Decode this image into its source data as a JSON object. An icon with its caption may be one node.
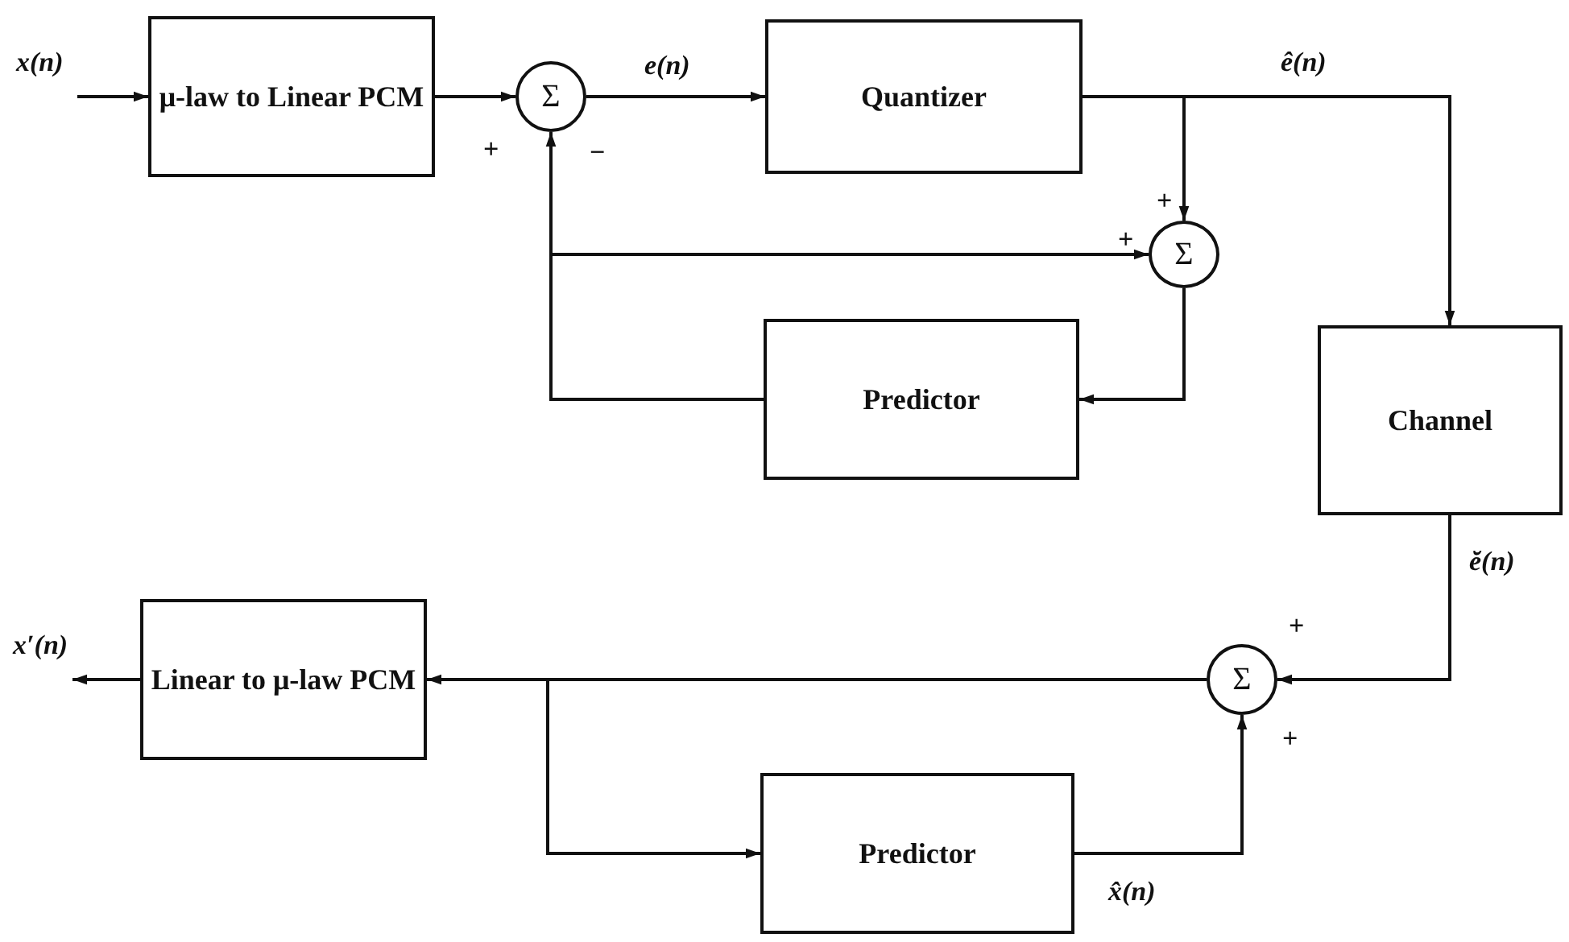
{
  "diagram": {
    "nodes": [
      {
        "text": [
          "μ-law to Linear PCM"
        ]
      },
      {
        "text": [
          "Σ"
        ]
      },
      {
        "text": [
          "Quantizer"
        ]
      },
      {
        "text": [
          "Σ"
        ]
      },
      {
        "text": [
          "Predictor"
        ]
      },
      {
        "text": [
          "Channel"
        ]
      },
      {
        "text": [
          "Σ"
        ]
      },
      {
        "text": [
          "Linear to μ-law PCM"
        ]
      },
      {
        "text": [
          "Predictor"
        ]
      }
    ],
    "edges": [
      {
        "from": null,
        "to": 0,
        "arrow": "to",
        "label": "x(n)"
      },
      {
        "from": 0,
        "to": 1,
        "arrow": "to"
      },
      {
        "from": 1,
        "to": 2,
        "arrow": "to",
        "label": "e(n)"
      },
      {
        "from": 2,
        "to": 5,
        "arrow": "to",
        "label": "ê(n)"
      },
      {
        "from": 2,
        "to": 3,
        "arrow": "to"
      },
      {
        "from": 4,
        "to": 1,
        "arrow": "to"
      },
      {
        "from": 4,
        "to": 3,
        "arrow": "to"
      },
      {
        "from": 3,
        "to": 4,
        "arrow": "to"
      },
      {
        "from": 5,
        "to": 6,
        "arrow": "to",
        "label": "ĕ(n)"
      },
      {
        "from": 6,
        "to": 7,
        "arrow": "to"
      },
      {
        "from": 6,
        "to": 8,
        "arrow": "to"
      },
      {
        "from": 8,
        "to": 6,
        "arrow": "to",
        "label": "x̂(n)"
      },
      {
        "from": 7,
        "to": null,
        "arrow": "to",
        "label": "x′(n)"
      }
    ],
    "labels": [
      "+",
      "−",
      "+",
      "+",
      "+",
      "+"
    ]
  }
}
